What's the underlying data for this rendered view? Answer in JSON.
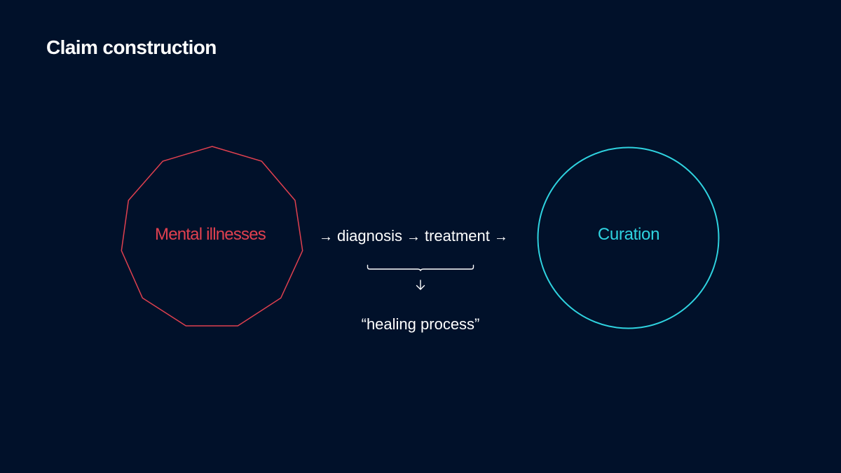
{
  "slide": {
    "title": "Claim construction",
    "background_color": "#01112a"
  },
  "diagram": {
    "source_node": {
      "label": "Mental illnesses",
      "shape": "hendecagon",
      "color": "#e0404f"
    },
    "target_node": {
      "label": "Curation",
      "shape": "circle",
      "color": "#2fd3e0"
    },
    "flow": {
      "arrow_symbol": "→",
      "steps": [
        "diagnosis",
        "treatment"
      ]
    },
    "grouping": {
      "brace_icon": "brace-under",
      "down_arrow_symbol": "↓",
      "result_label": "“healing process”"
    }
  }
}
